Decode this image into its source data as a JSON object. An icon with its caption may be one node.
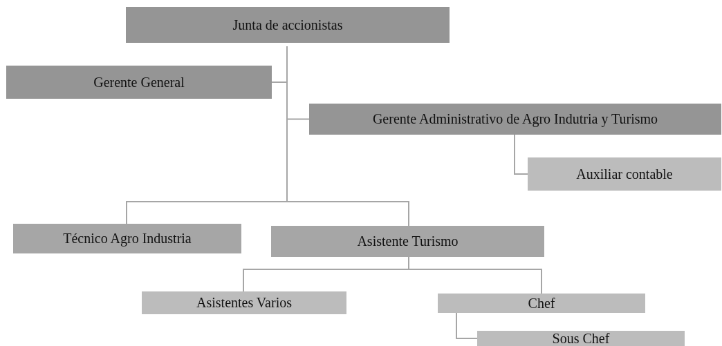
{
  "diagram": {
    "nodes": [
      {
        "text": [
          "Junta de accionistas"
        ]
      },
      {
        "text": [
          "Gerente General"
        ]
      },
      {
        "text": [
          "Gerente Administrativo de Agro Indutria y Turismo"
        ]
      },
      {
        "text": [
          "Auxiliar contable"
        ]
      },
      {
        "text": [
          "Técnico Agro Industria"
        ]
      },
      {
        "text": [
          "Asistente Turismo"
        ]
      },
      {
        "text": [
          "Asistentes Varios"
        ]
      },
      {
        "text": [
          "Chef"
        ]
      },
      {
        "text": [
          "Sous Chef"
        ]
      }
    ],
    "edges": [
      {
        "from": 0,
        "to": 1,
        "arrow": "none"
      },
      {
        "from": 0,
        "to": 2,
        "arrow": "none"
      },
      {
        "from": 0,
        "to": 4,
        "arrow": "none"
      },
      {
        "from": 0,
        "to": 5,
        "arrow": "none"
      },
      {
        "from": 2,
        "to": 3,
        "arrow": "none"
      },
      {
        "from": 5,
        "to": 6,
        "arrow": "none"
      },
      {
        "from": 5,
        "to": 7,
        "arrow": "none"
      },
      {
        "from": 7,
        "to": 8,
        "arrow": "none"
      }
    ]
  }
}
